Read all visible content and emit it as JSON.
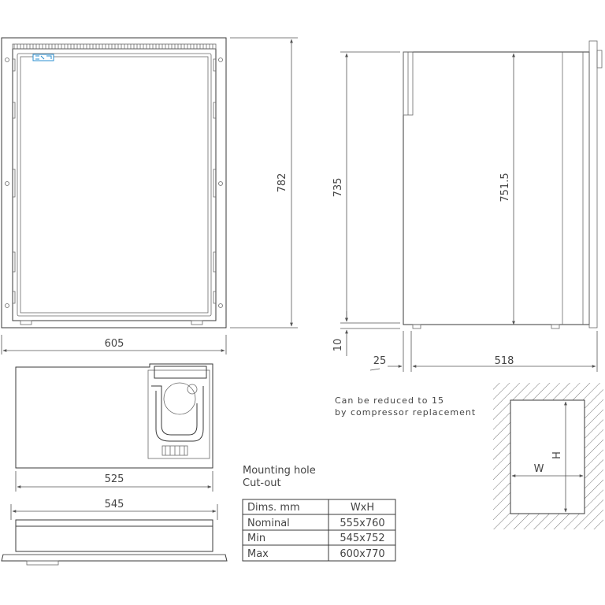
{
  "dimensions": {
    "front_width": "605",
    "front_height": "782",
    "side_inner_height": "735",
    "side_outer_height": "751.5",
    "foot_height": "10",
    "door_offset": "25",
    "depth": "518",
    "top_inner_width": "525",
    "top_outer_width": "545"
  },
  "note": {
    "line1": "Can be reduced to 15",
    "line2": "by compressor replacement"
  },
  "mounting": {
    "title_line1": "Mounting hole",
    "title_line2": "Cut-out",
    "w_label": "W",
    "h_label": "H"
  },
  "table": {
    "headers": [
      "Dims. mm",
      "WxH"
    ],
    "rows": [
      {
        "label": "Nominal",
        "value": "555x760"
      },
      {
        "label": "Min",
        "value": "545x752"
      },
      {
        "label": "Max",
        "value": "600x770"
      }
    ]
  },
  "colors": {
    "line": "#3a3a3a",
    "logo_blue": "#2a8fd0"
  }
}
